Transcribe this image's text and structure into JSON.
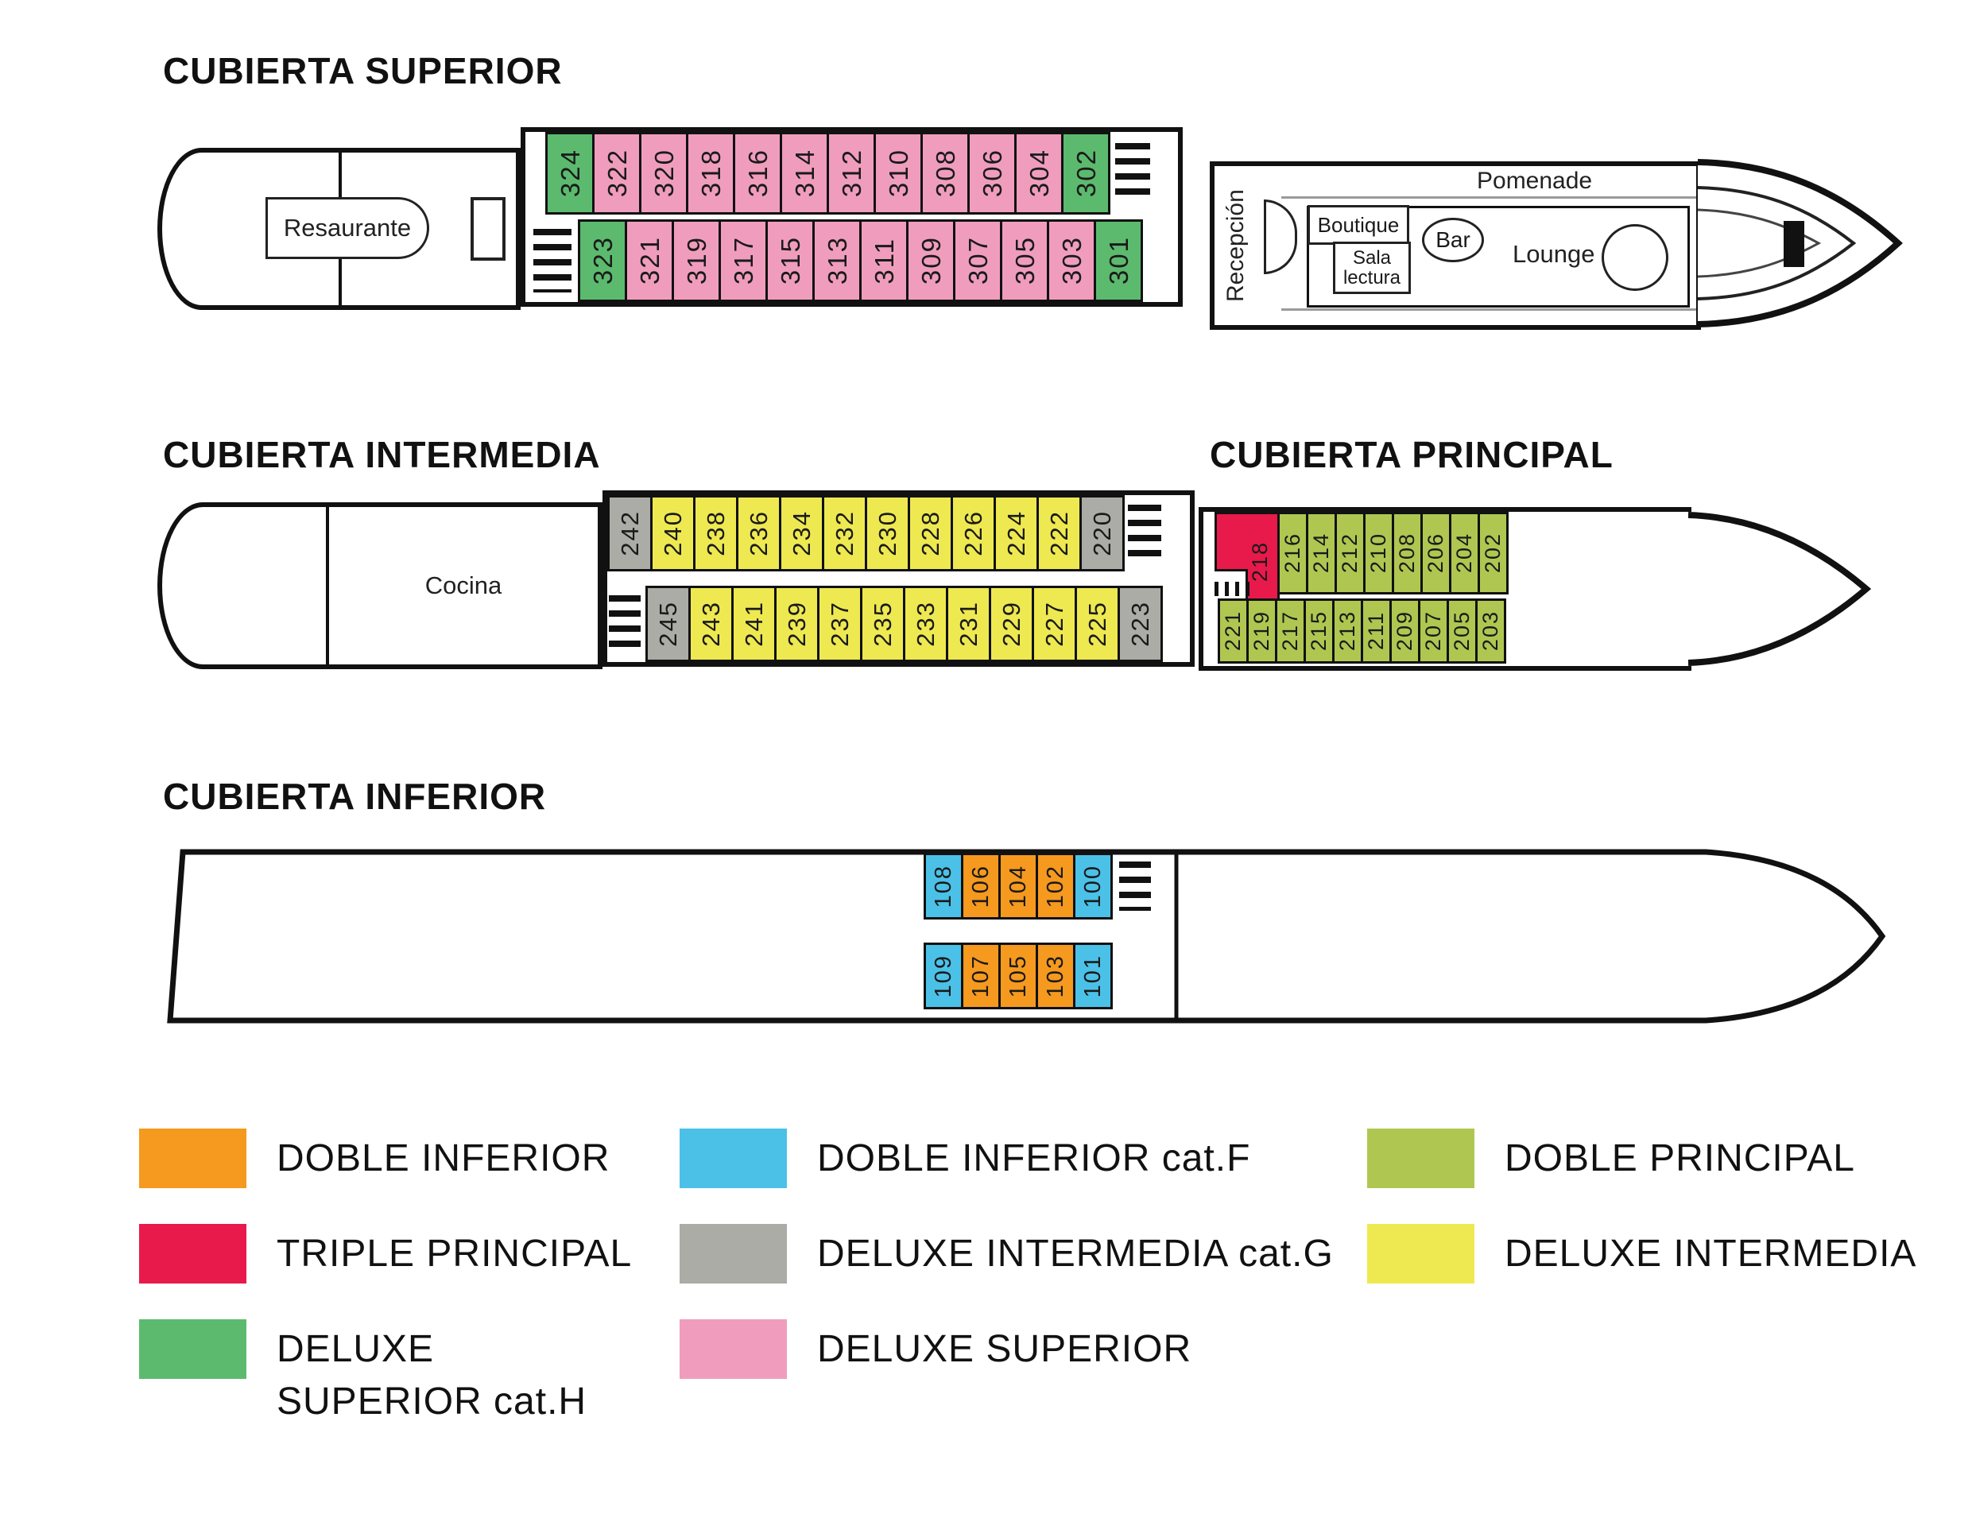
{
  "colors": {
    "doble_inferior": "#F5991F",
    "doble_inferior_f": "#4BC1E8",
    "doble_principal": "#AFC751",
    "triple_principal": "#E8194B",
    "deluxe_intermedia_g": "#ACACA6",
    "deluxe_intermedia": "#EEE951",
    "deluxe_superior_h": "#5CBA6E",
    "deluxe_superior": "#F09DBD"
  },
  "decks": {
    "superior": {
      "title": "CUBIERTA SUPERIOR",
      "labels": {
        "restaurante": "Resaurante",
        "recepcion": "Recepción",
        "promenade": "Pomenade",
        "boutique": "Boutique",
        "sala_line1": "Sala",
        "sala_line2": "lectura",
        "bar": "Bar",
        "lounge": "Lounge"
      },
      "rows": {
        "top": [
          {
            "num": "324",
            "cat": "deluxe_superior_h"
          },
          {
            "num": "322",
            "cat": "deluxe_superior"
          },
          {
            "num": "320",
            "cat": "deluxe_superior"
          },
          {
            "num": "318",
            "cat": "deluxe_superior"
          },
          {
            "num": "316",
            "cat": "deluxe_superior"
          },
          {
            "num": "314",
            "cat": "deluxe_superior"
          },
          {
            "num": "312",
            "cat": "deluxe_superior"
          },
          {
            "num": "310",
            "cat": "deluxe_superior"
          },
          {
            "num": "308",
            "cat": "deluxe_superior"
          },
          {
            "num": "306",
            "cat": "deluxe_superior"
          },
          {
            "num": "304",
            "cat": "deluxe_superior"
          },
          {
            "num": "302",
            "cat": "deluxe_superior_h"
          }
        ],
        "bottom": [
          {
            "num": "323",
            "cat": "deluxe_superior_h"
          },
          {
            "num": "321",
            "cat": "deluxe_superior"
          },
          {
            "num": "319",
            "cat": "deluxe_superior"
          },
          {
            "num": "317",
            "cat": "deluxe_superior"
          },
          {
            "num": "315",
            "cat": "deluxe_superior"
          },
          {
            "num": "313",
            "cat": "deluxe_superior"
          },
          {
            "num": "311",
            "cat": "deluxe_superior"
          },
          {
            "num": "309",
            "cat": "deluxe_superior"
          },
          {
            "num": "307",
            "cat": "deluxe_superior"
          },
          {
            "num": "305",
            "cat": "deluxe_superior"
          },
          {
            "num": "303",
            "cat": "deluxe_superior"
          },
          {
            "num": "301",
            "cat": "deluxe_superior_h"
          }
        ]
      }
    },
    "intermedia": {
      "title": "CUBIERTA INTERMEDIA",
      "labels": {
        "cocina": "Cocina"
      },
      "rows": {
        "top": [
          {
            "num": "242",
            "cat": "deluxe_intermedia_g"
          },
          {
            "num": "240",
            "cat": "deluxe_intermedia"
          },
          {
            "num": "238",
            "cat": "deluxe_intermedia"
          },
          {
            "num": "236",
            "cat": "deluxe_intermedia"
          },
          {
            "num": "234",
            "cat": "deluxe_intermedia"
          },
          {
            "num": "232",
            "cat": "deluxe_intermedia"
          },
          {
            "num": "230",
            "cat": "deluxe_intermedia"
          },
          {
            "num": "228",
            "cat": "deluxe_intermedia"
          },
          {
            "num": "226",
            "cat": "deluxe_intermedia"
          },
          {
            "num": "224",
            "cat": "deluxe_intermedia"
          },
          {
            "num": "222",
            "cat": "deluxe_intermedia"
          },
          {
            "num": "220",
            "cat": "deluxe_intermedia_g"
          }
        ],
        "bottom": [
          {
            "num": "245",
            "cat": "deluxe_intermedia_g"
          },
          {
            "num": "243",
            "cat": "deluxe_intermedia"
          },
          {
            "num": "241",
            "cat": "deluxe_intermedia"
          },
          {
            "num": "239",
            "cat": "deluxe_intermedia"
          },
          {
            "num": "237",
            "cat": "deluxe_intermedia"
          },
          {
            "num": "235",
            "cat": "deluxe_intermedia"
          },
          {
            "num": "233",
            "cat": "deluxe_intermedia"
          },
          {
            "num": "231",
            "cat": "deluxe_intermedia"
          },
          {
            "num": "229",
            "cat": "deluxe_intermedia"
          },
          {
            "num": "227",
            "cat": "deluxe_intermedia"
          },
          {
            "num": "225",
            "cat": "deluxe_intermedia"
          },
          {
            "num": "223",
            "cat": "deluxe_intermedia_g"
          }
        ]
      }
    },
    "principal": {
      "title": "CUBIERTA PRINCIPAL",
      "rows": {
        "top": [
          {
            "num": "218",
            "cat": "triple_principal",
            "variant": "tall"
          },
          {
            "num": "216",
            "cat": "doble_principal"
          },
          {
            "num": "214",
            "cat": "doble_principal"
          },
          {
            "num": "212",
            "cat": "doble_principal"
          },
          {
            "num": "210",
            "cat": "doble_principal"
          },
          {
            "num": "208",
            "cat": "doble_principal"
          },
          {
            "num": "206",
            "cat": "doble_principal"
          },
          {
            "num": "204",
            "cat": "doble_principal"
          },
          {
            "num": "202",
            "cat": "doble_principal"
          }
        ],
        "bottom": [
          {
            "num": "221",
            "cat": "doble_principal"
          },
          {
            "num": "219",
            "cat": "doble_principal"
          },
          {
            "num": "217",
            "cat": "doble_principal"
          },
          {
            "num": "215",
            "cat": "doble_principal"
          },
          {
            "num": "213",
            "cat": "doble_principal"
          },
          {
            "num": "211",
            "cat": "doble_principal"
          },
          {
            "num": "209",
            "cat": "doble_principal"
          },
          {
            "num": "207",
            "cat": "doble_principal"
          },
          {
            "num": "205",
            "cat": "doble_principal"
          },
          {
            "num": "203",
            "cat": "doble_principal"
          }
        ]
      }
    },
    "inferior": {
      "title": "CUBIERTA INFERIOR",
      "rows": {
        "top": [
          {
            "num": "108",
            "cat": "doble_inferior_f"
          },
          {
            "num": "106",
            "cat": "doble_inferior"
          },
          {
            "num": "104",
            "cat": "doble_inferior"
          },
          {
            "num": "102",
            "cat": "doble_inferior"
          },
          {
            "num": "100",
            "cat": "doble_inferior_f"
          }
        ],
        "bottom": [
          {
            "num": "109",
            "cat": "doble_inferior_f"
          },
          {
            "num": "107",
            "cat": "doble_inferior"
          },
          {
            "num": "105",
            "cat": "doble_inferior"
          },
          {
            "num": "103",
            "cat": "doble_inferior"
          },
          {
            "num": "101",
            "cat": "doble_inferior_f"
          }
        ]
      }
    }
  },
  "legend": {
    "columns": [
      {
        "items": [
          {
            "cat": "doble_inferior",
            "lines": [
              "DOBLE INFERIOR"
            ]
          },
          {
            "cat": "triple_principal",
            "lines": [
              "TRIPLE PRINCIPAL"
            ]
          },
          {
            "cat": "deluxe_superior_h",
            "lines": [
              "DELUXE",
              "SUPERIOR cat.H"
            ]
          }
        ]
      },
      {
        "items": [
          {
            "cat": "doble_inferior_f",
            "lines": [
              "DOBLE INFERIOR cat.F"
            ]
          },
          {
            "cat": "deluxe_intermedia_g",
            "lines": [
              "DELUXE INTERMEDIA cat.G"
            ]
          },
          {
            "cat": "deluxe_superior",
            "lines": [
              "DELUXE SUPERIOR"
            ]
          }
        ]
      },
      {
        "items": [
          {
            "cat": "doble_principal",
            "lines": [
              "DOBLE PRINCIPAL"
            ]
          },
          {
            "cat": "deluxe_intermedia",
            "lines": [
              "DELUXE INTERMEDIA"
            ]
          }
        ]
      }
    ]
  }
}
